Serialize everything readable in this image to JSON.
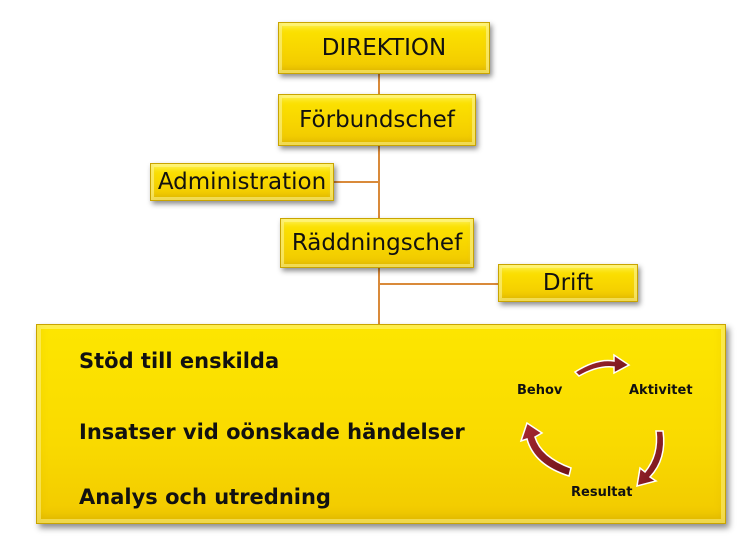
{
  "org": {
    "direktion": "DIREKTION",
    "forbundschef": "Förbundschef",
    "administration": "Administration",
    "raddningschef": "Räddningschef",
    "drift": "Drift"
  },
  "services": [
    "Stöd till enskilda",
    "Insatser vid oönskade händelser",
    "Analys och utredning"
  ],
  "cycle": {
    "behov": "Behov",
    "aktivitet": "Aktivitet",
    "resultat": "Resultat"
  },
  "colors": {
    "box_fill": "#f7d500",
    "connector": "#d98a3a",
    "cycle_arrow": "#8b1a22"
  }
}
